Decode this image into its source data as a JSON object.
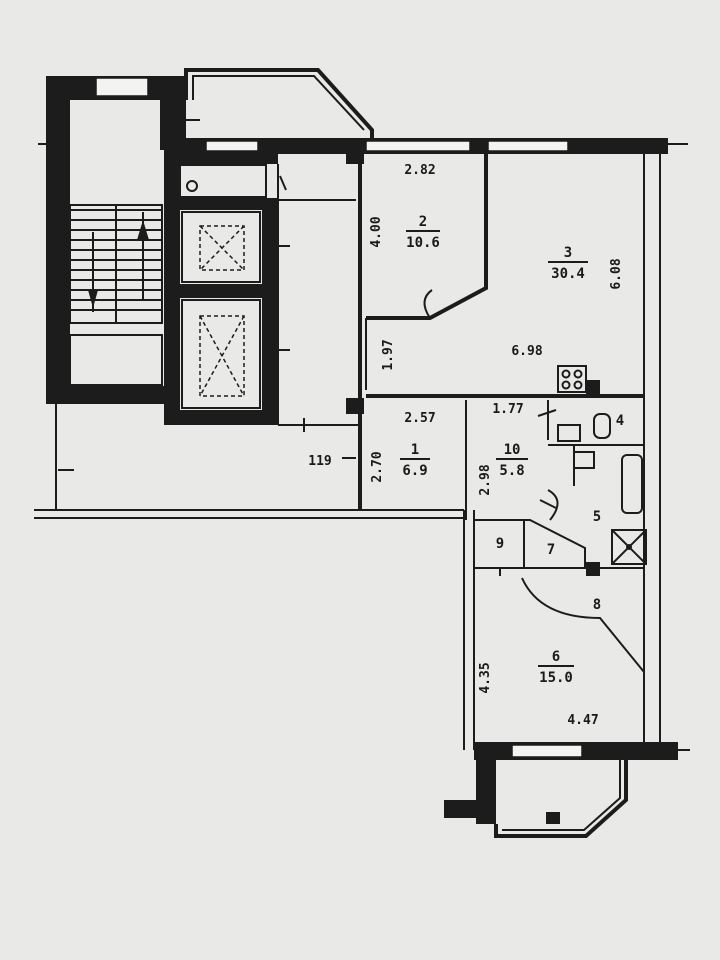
{
  "colors": {
    "wall": "#1c1c1c",
    "paper": "#e9e9e7",
    "window": "#f3f3f1"
  },
  "rooms": [
    {
      "id": "1",
      "area": "6.9"
    },
    {
      "id": "2",
      "area": "10.6"
    },
    {
      "id": "3",
      "area": "30.4"
    },
    {
      "id": "4"
    },
    {
      "id": "5"
    },
    {
      "id": "6",
      "area": "15.0"
    },
    {
      "id": "7"
    },
    {
      "id": "8"
    },
    {
      "id": "9"
    },
    {
      "id": "10",
      "area": "5.8"
    }
  ],
  "dimensions": {
    "room2_width": "2.82",
    "room2_depth": "4.00",
    "room3_depth": "6.08",
    "room3_width": "6.98",
    "room3_niche": "1.97",
    "hall_width": "2.57",
    "hall_depth": "2.70",
    "corridor_width": "1.77",
    "corridor_depth": "2.98",
    "room6_depth": "4.35",
    "room6_width": "4.47",
    "stair_mark": "119"
  },
  "icons": [
    "stair-up-arrow-icon",
    "stair-down-arrow-icon",
    "elevator-icon",
    "stove-icon",
    "toilet-icon",
    "sink-icon",
    "bathtub-icon",
    "shower-icon"
  ]
}
